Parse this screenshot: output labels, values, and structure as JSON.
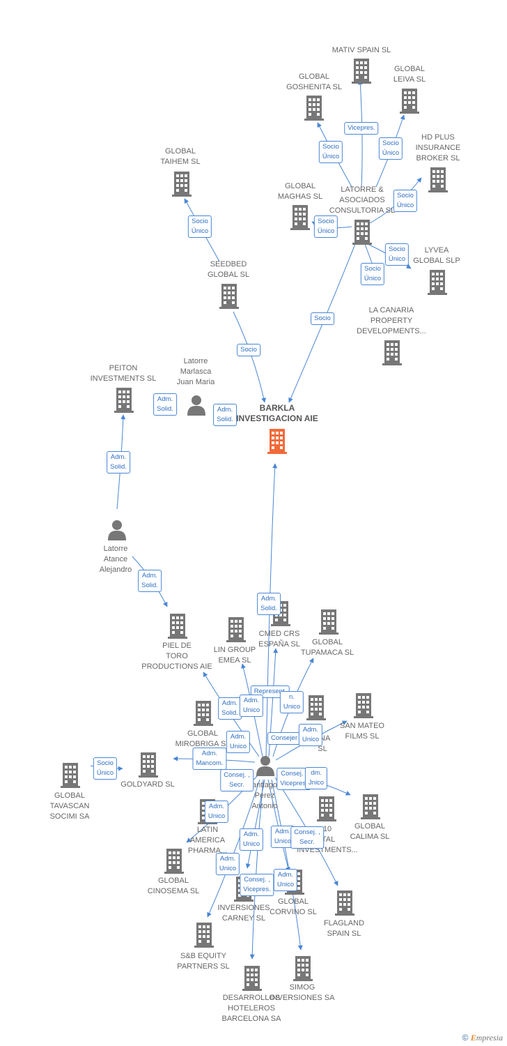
{
  "colors": {
    "edge": "#4a86d4",
    "node": "#777777",
    "focus": "#f26a3a",
    "label": "#666666"
  },
  "footer": {
    "copyright": "©",
    "brand_initial": "E",
    "brand_rest": "mpresia"
  },
  "nodes": [
    {
      "id": "barkla",
      "kind": "company",
      "focus": true,
      "label": [
        "BARKLA",
        "INVESTIGACION AIE"
      ]
    },
    {
      "id": "mativ",
      "kind": "company",
      "label": [
        "MATIV SPAIN  SL"
      ]
    },
    {
      "id": "goshenita",
      "kind": "company",
      "label": [
        "GLOBAL",
        "GOSHENITA SL"
      ]
    },
    {
      "id": "leiva",
      "kind": "company",
      "label": [
        "GLOBAL",
        "LEIVA  SL"
      ]
    },
    {
      "id": "hdplus",
      "kind": "company",
      "label": [
        "HD PLUS",
        "INSURANCE",
        "BROKER  SL"
      ]
    },
    {
      "id": "taihem",
      "kind": "company",
      "label": [
        "GLOBAL",
        "TAIHEM SL"
      ]
    },
    {
      "id": "maghas",
      "kind": "company",
      "label": [
        "GLOBAL",
        "MAGHAS  SL"
      ]
    },
    {
      "id": "latorre_asoc",
      "kind": "company",
      "label": [
        "LATORRE &",
        "ASOCIADOS",
        "CONSULTORIA SL"
      ]
    },
    {
      "id": "lyvea",
      "kind": "company",
      "label": [
        "LYVEA",
        "GLOBAL  SLP"
      ]
    },
    {
      "id": "seedbed",
      "kind": "company",
      "label": [
        "SEEDBED",
        "GLOBAL  SL"
      ]
    },
    {
      "id": "canaria",
      "kind": "company",
      "label": [
        "LA CANARIA",
        "PROPERTY",
        "DEVELOPMENTS..."
      ]
    },
    {
      "id": "peiton",
      "kind": "company",
      "label": [
        "PEITON",
        "INVESTMENTS SL"
      ]
    },
    {
      "id": "latorre_marlasca",
      "kind": "person",
      "label": [
        "Latorre",
        "Marlasca",
        "Juan Maria"
      ]
    },
    {
      "id": "latorre_atance",
      "kind": "person",
      "label": [
        "Latorre",
        "Atance",
        "Alejandro"
      ]
    },
    {
      "id": "piel",
      "kind": "company",
      "label": [
        "PIEL DE",
        "TORO",
        "PRODUCTIONS AIE"
      ]
    },
    {
      "id": "lingroup",
      "kind": "company",
      "label": [
        "LIN GROUP",
        "EMEA  SL"
      ]
    },
    {
      "id": "cmed",
      "kind": "company",
      "label": [
        "CMED CRS",
        "ESPAÑA  SL"
      ]
    },
    {
      "id": "tupamaca",
      "kind": "company",
      "label": [
        "GLOBAL",
        "TUPAMACA SL"
      ]
    },
    {
      "id": "mirobriga",
      "kind": "company",
      "label": [
        "GLOBAL",
        "MIROBRIGA SL"
      ]
    },
    {
      "id": "anonana",
      "kind": "company",
      "label": [
        "ANA",
        "SL"
      ]
    },
    {
      "id": "sanmateo",
      "kind": "company",
      "label": [
        "SAN MATEO",
        "FILMS SL"
      ]
    },
    {
      "id": "goldyard",
      "kind": "company",
      "label": [
        "GOLDYARD SL"
      ]
    },
    {
      "id": "tavascan",
      "kind": "company",
      "label": [
        "GLOBAL",
        "TAVASCAN",
        "SOCIMI SA"
      ]
    },
    {
      "id": "santiago",
      "kind": "person",
      "label": [
        "antiago",
        "Perez",
        "Antonio"
      ]
    },
    {
      "id": "calima",
      "kind": "company",
      "label": [
        "GLOBAL",
        "CALIMA SL"
      ]
    },
    {
      "id": "capital",
      "kind": "company",
      "label": [
        "10",
        "ITAL",
        "INVESTMENTS..."
      ]
    },
    {
      "id": "latinamerica",
      "kind": "company",
      "label": [
        "LATIN",
        "AMERICA",
        "PHARMA..."
      ]
    },
    {
      "id": "cinosema",
      "kind": "company",
      "label": [
        "GLOBAL",
        "CINOSEMA SL"
      ]
    },
    {
      "id": "carney",
      "kind": "company",
      "label": [
        "INVERSIONES",
        "CARNEY SL"
      ]
    },
    {
      "id": "corvino",
      "kind": "company",
      "label": [
        "GLOBAL",
        "CORVINO SL"
      ]
    },
    {
      "id": "flagland",
      "kind": "company",
      "label": [
        "FLAGLAND",
        "SPAIN SL"
      ]
    },
    {
      "id": "sbequity",
      "kind": "company",
      "label": [
        "S&B EQUITY",
        "PARTNERS  SL"
      ]
    },
    {
      "id": "desarrollos",
      "kind": "company",
      "label": [
        "DESARROLLOS",
        "HOTELEROS",
        "BARCELONA SA"
      ]
    },
    {
      "id": "simog",
      "kind": "company",
      "label": [
        "SIMOG",
        "INVERSIONES SA"
      ]
    }
  ],
  "edge_labels": [
    {
      "id": "e1",
      "lines": [
        "Vicepres."
      ]
    },
    {
      "id": "e2",
      "lines": [
        "Socio",
        "Único"
      ]
    },
    {
      "id": "e3",
      "lines": [
        "Socio",
        "Único"
      ]
    },
    {
      "id": "e4",
      "lines": [
        "Socio",
        "Único"
      ]
    },
    {
      "id": "e5",
      "lines": [
        "Socio",
        "Único"
      ]
    },
    {
      "id": "e6",
      "lines": [
        "Socio",
        "Único"
      ]
    },
    {
      "id": "e7",
      "lines": [
        "Socio",
        "Único"
      ]
    },
    {
      "id": "e8",
      "lines": [
        "Socio",
        "Único"
      ]
    },
    {
      "id": "e9",
      "lines": [
        "Socio"
      ]
    },
    {
      "id": "e10",
      "lines": [
        "Socio"
      ]
    },
    {
      "id": "e11",
      "lines": [
        "Adm.",
        "Solid."
      ]
    },
    {
      "id": "e12",
      "lines": [
        "Adm.",
        "Solid."
      ]
    },
    {
      "id": "e13",
      "lines": [
        "Adm.",
        "Solid."
      ]
    },
    {
      "id": "e14",
      "lines": [
        "Adm.",
        "Solid."
      ]
    },
    {
      "id": "e15",
      "lines": [
        "Adm.",
        "Solid."
      ]
    },
    {
      "id": "e16",
      "lines": [
        "Adm.",
        "Solid."
      ]
    },
    {
      "id": "e17",
      "lines": [
        "Represent."
      ]
    },
    {
      "id": "e18",
      "lines": [
        "Adm.",
        "Unico"
      ]
    },
    {
      "id": "e19",
      "lines": [
        "n.",
        "Unico"
      ]
    },
    {
      "id": "e20",
      "lines": [
        "Adm.",
        "Unico"
      ]
    },
    {
      "id": "e21",
      "lines": [
        "Consejer"
      ]
    },
    {
      "id": "e22",
      "lines": [
        "Adm.",
        "Unico"
      ]
    },
    {
      "id": "e23",
      "lines": [
        "Adm.",
        "Mancom."
      ]
    },
    {
      "id": "e24",
      "lines": [
        "Socio",
        "Único"
      ]
    },
    {
      "id": "e25",
      "lines": [
        "Consej. ,",
        "Secr."
      ]
    },
    {
      "id": "e26",
      "lines": [
        "Consej. ,",
        "Vicepres."
      ]
    },
    {
      "id": "e27",
      "lines": [
        "dm.",
        "Jnico"
      ]
    },
    {
      "id": "e28",
      "lines": [
        "Adm.",
        "Unico"
      ]
    },
    {
      "id": "e29",
      "lines": [
        "Adm.",
        "Unico"
      ]
    },
    {
      "id": "e30",
      "lines": [
        "Adm.",
        "Unico"
      ]
    },
    {
      "id": "e31",
      "lines": [
        "Consej. ,",
        "Secr."
      ]
    },
    {
      "id": "e32",
      "lines": [
        "Adm.",
        "Unico"
      ]
    },
    {
      "id": "e33",
      "lines": [
        "Consej. ,",
        "Vicepres."
      ]
    },
    {
      "id": "e34",
      "lines": [
        "Adm.",
        "Unico"
      ]
    }
  ]
}
